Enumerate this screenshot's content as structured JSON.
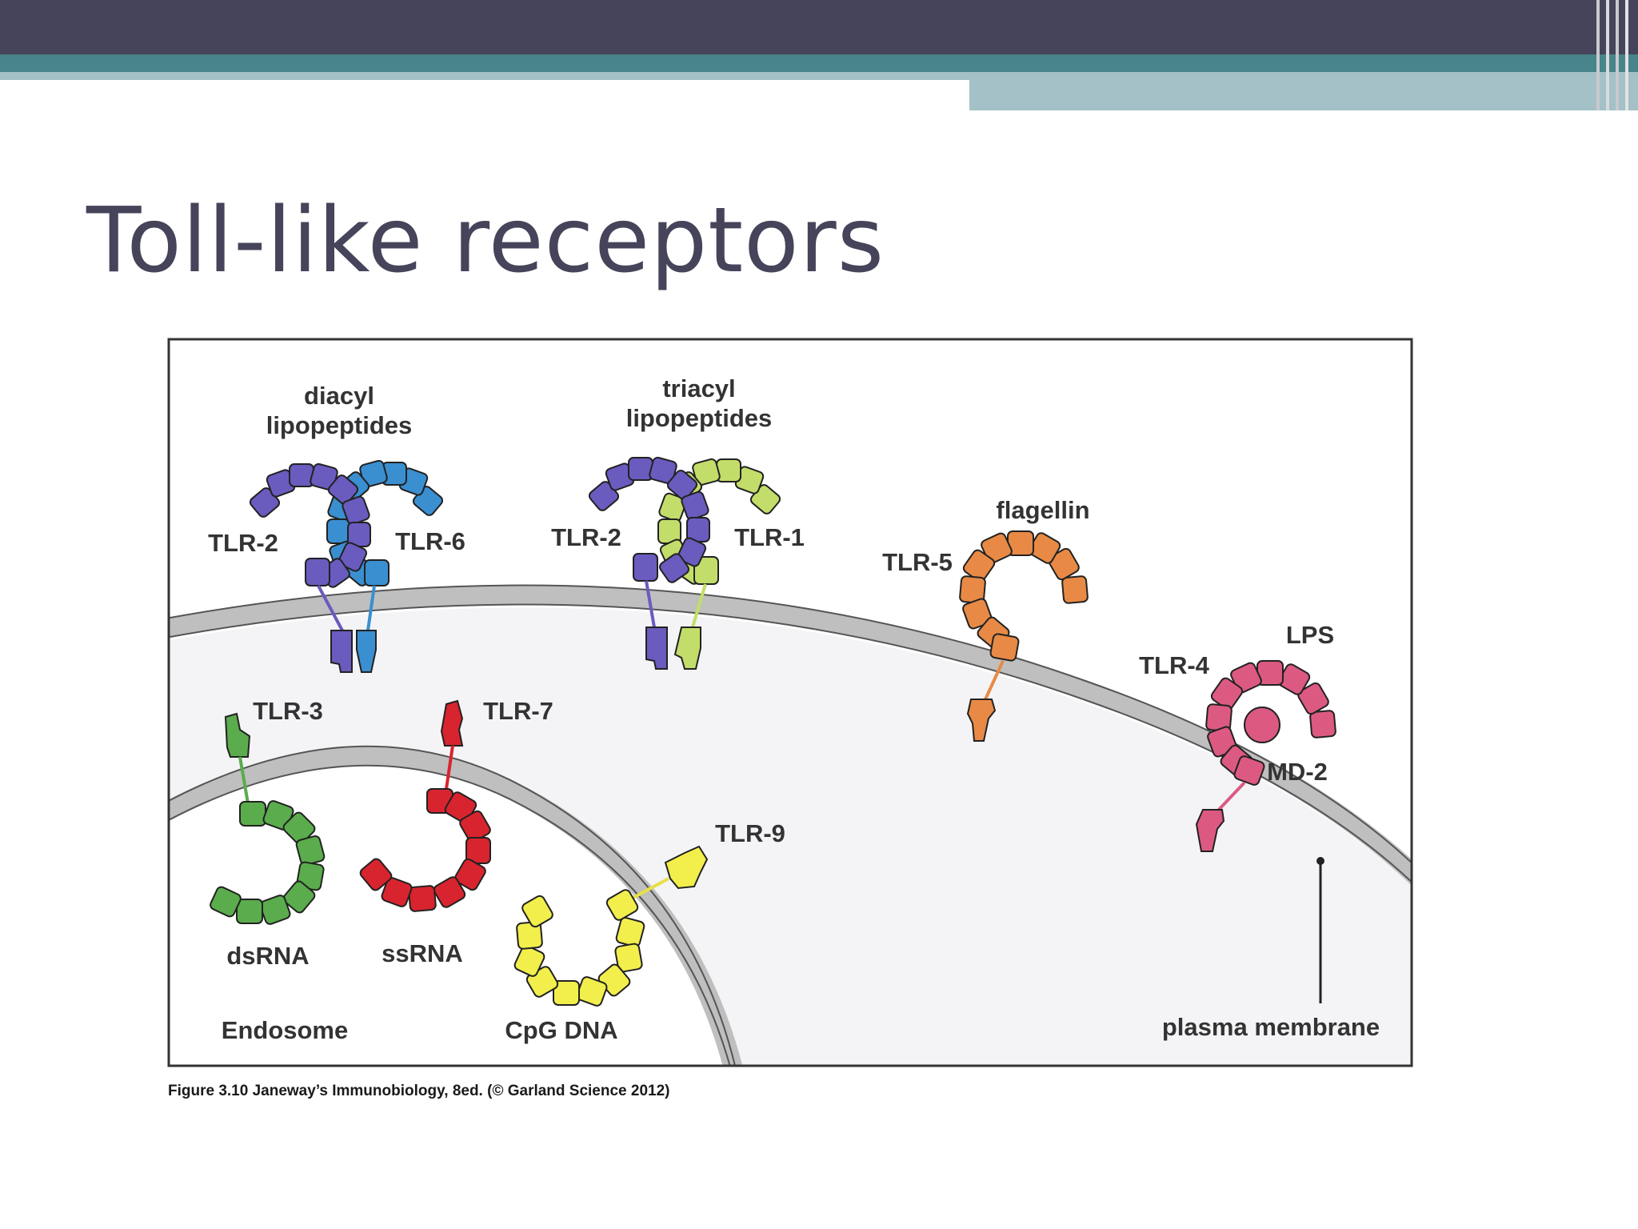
{
  "slide": {
    "title": "Toll-like receptors",
    "caption": "Figure 3.10  Janeway’s Immunobiology, 8ed. (© Garland Science 2012)"
  },
  "diagram": {
    "ligands": {
      "diacyl_line1": "diacyl",
      "diacyl_line2": "lipopeptides",
      "triacyl_line1": "triacyl",
      "triacyl_line2": "lipopeptides",
      "flagellin": "flagellin",
      "lps": "LPS",
      "dsrna": "dsRNA",
      "ssrna": "ssRNA",
      "cpg_dna": "CpG DNA"
    },
    "receptors": {
      "tlr2_a": "TLR-2",
      "tlr6": "TLR-6",
      "tlr2_b": "TLR-2",
      "tlr1": "TLR-1",
      "tlr5": "TLR-5",
      "tlr4": "TLR-4",
      "md2": "MD-2",
      "tlr3": "TLR-3",
      "tlr7": "TLR-7",
      "tlr9": "TLR-9"
    },
    "compartments": {
      "endosome": "Endosome",
      "plasma_membrane": "plasma membrane"
    },
    "colors": {
      "tlr2": "#6a5bbf",
      "tlr6": "#3a8fd0",
      "tlr1": "#c3dd6a",
      "tlr5": "#e88a45",
      "tlr4": "#dc5a82",
      "tlr3": "#5aac4c",
      "tlr7": "#d8242e",
      "tlr9": "#f2ee4c",
      "membrane": "#c2c2c2",
      "cytoplasm": "#f4f4f7"
    }
  }
}
